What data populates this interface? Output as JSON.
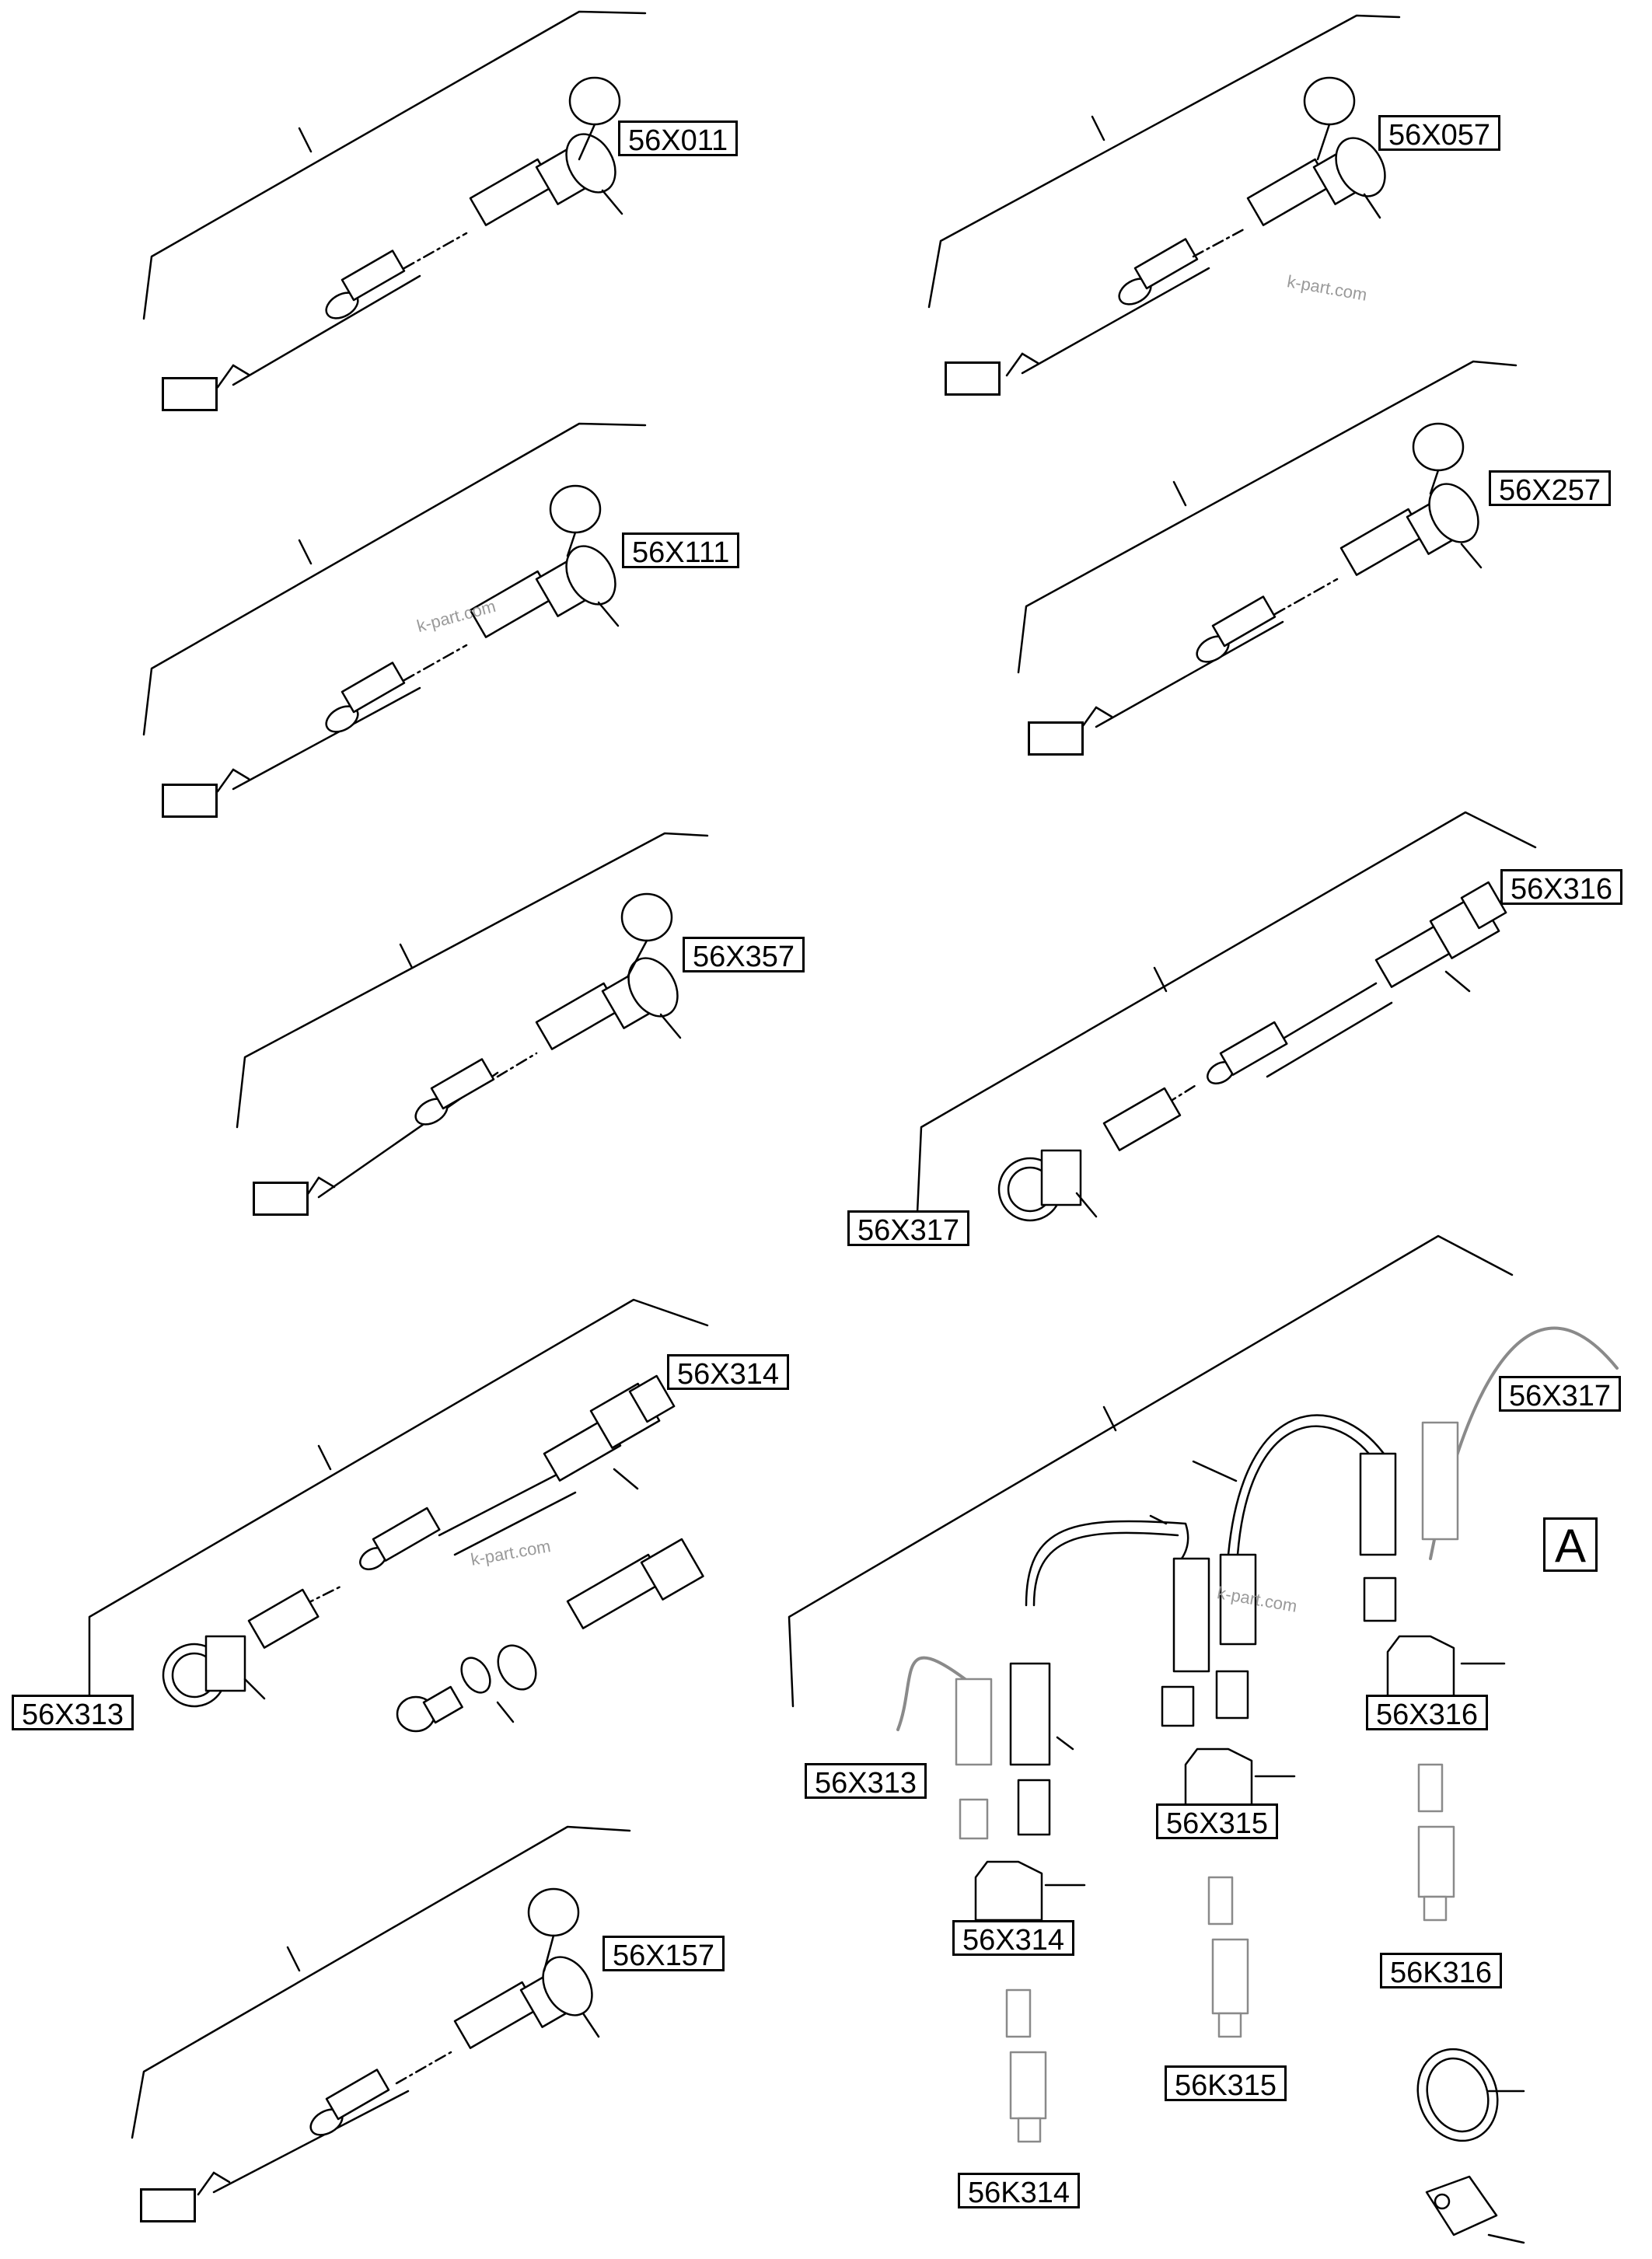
{
  "labels": {
    "x011": "56X011",
    "x057": "56X057",
    "x111": "56X111",
    "x257": "56X257",
    "x357": "56X357",
    "x316_top": "56X316",
    "x317_mid": "56X317",
    "x314_left": "56X314",
    "x313_left": "56X313",
    "x157": "56X157",
    "x317_right": "56X317",
    "x313_right": "56X313",
    "x316_right": "56X316",
    "x315": "56X315",
    "x314_right": "56X314",
    "k316": "56K316",
    "k315": "56K315",
    "k314": "56K314"
  },
  "view_label": "A",
  "watermark": "k-part.com",
  "colors": {
    "line": "#000000",
    "gray_part": "#8a8a8a",
    "watermark": "#9a9a9a"
  }
}
